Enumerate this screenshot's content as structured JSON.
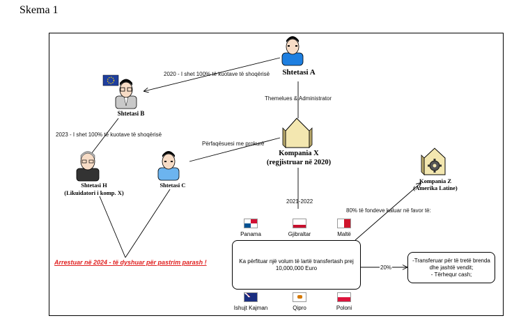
{
  "heading": "Skema 1",
  "nodes": {
    "a": {
      "name": "Shtetasi A"
    },
    "b": {
      "name": "Shtetasi B"
    },
    "c": {
      "name": "Shtetasi C"
    },
    "h": {
      "name_line1": "Shtetasi H",
      "name_line2": "(Likuidatori i komp. X)"
    },
    "x": {
      "name_line1": "Kompania X",
      "name_line2": "(regjistruar në 2020)"
    },
    "z": {
      "name_line1": "Kompania Z",
      "name_line2": "(Amerika Latine)"
    }
  },
  "edges": {
    "a_to_b": "2020 - I shet 100% të kuotave të shoqërisë",
    "a_to_x": "Themelues & Administrator",
    "b_to_h": "2023 - I shet 100% të kuotave të shoqërisë",
    "c_to_x": "Përfaqësuesi me prokurë",
    "x_to_transfers": "2021-2022",
    "transfers_to_z": "80% të fondeve kaluar në favor të:",
    "transfers_to_cash": "20%"
  },
  "transfers_box": {
    "line1": "Ka përfituar një volum të lartë transfertash prej",
    "line2": "10,000,000 Euro"
  },
  "cash_box": {
    "line1": "-Transferuar për të tretë brenda",
    "line2": "dhe jashtë vendit;",
    "line3": "- Tërhequr cash;"
  },
  "arrest_note": "Arrestuar në 2024 - të dyshuar për pastrim parash !",
  "flags": {
    "panama": "Panama",
    "gibraltar": "Gjibraltar",
    "malta": "Maltë",
    "cayman": "Ishujt Kajman",
    "cyprus": "Qipro",
    "poland": "Poloni"
  },
  "icons": [
    "person-icon",
    "building-icon",
    "gear-building-icon",
    "eu-flag-icon"
  ],
  "colors": {
    "arrest_text": "#e02020",
    "building_fill": "#f3e7b0",
    "person_shirt": "#1e7fe0"
  }
}
